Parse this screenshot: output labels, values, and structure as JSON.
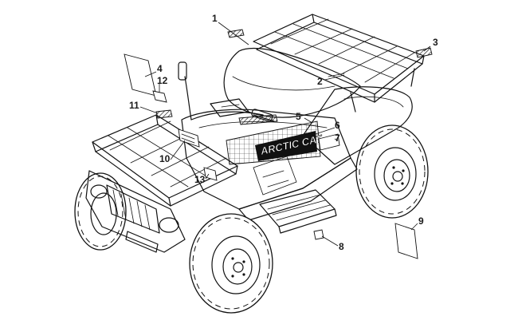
{
  "diagram": {
    "brand_text": "ARCTIC CAT",
    "callouts": [
      {
        "id": "1",
        "label": "1"
      },
      {
        "id": "2",
        "label": "2"
      },
      {
        "id": "3",
        "label": "3"
      },
      {
        "id": "4",
        "label": "4"
      },
      {
        "id": "5",
        "label": "5"
      },
      {
        "id": "6",
        "label": "6"
      },
      {
        "id": "7",
        "label": "7"
      },
      {
        "id": "8",
        "label": "8"
      },
      {
        "id": "9",
        "label": "9"
      },
      {
        "id": "10",
        "label": "10"
      },
      {
        "id": "11",
        "label": "11"
      },
      {
        "id": "12",
        "label": "12"
      },
      {
        "id": "13",
        "label": "13"
      }
    ]
  }
}
